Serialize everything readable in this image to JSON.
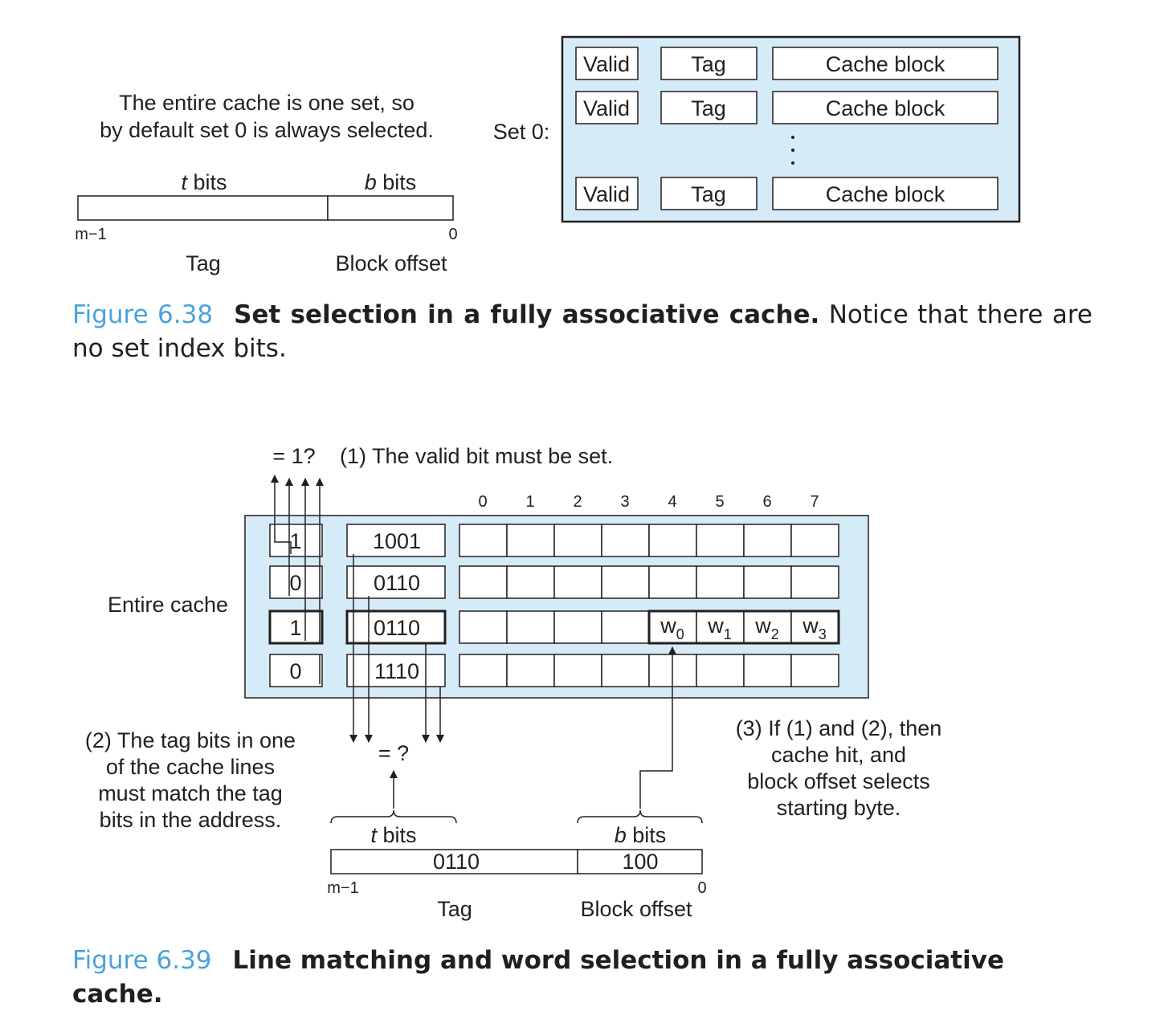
{
  "figure_638": {
    "note_line1": "The entire cache is one set, so",
    "note_line2": "by default set 0 is always selected.",
    "addr_t_bits": "bits",
    "addr_t_var": "t",
    "addr_b_bits": "bits",
    "addr_b_var": "b",
    "addr_m1": "m−1",
    "addr_0": "0",
    "addr_tag": "Tag",
    "addr_block_offset": "Block offset",
    "set_label": "Set 0:",
    "lines": [
      {
        "valid": "Valid",
        "tag": "Tag",
        "block": "Cache block"
      },
      {
        "valid": "Valid",
        "tag": "Tag",
        "block": "Cache block"
      },
      {
        "valid": "Valid",
        "tag": "Tag",
        "block": "Cache block"
      }
    ],
    "caption_num": "Figure 6.38",
    "caption_bold": "Set selection in a fully associative cache.",
    "caption_rest": "Notice that there are no set index bits."
  },
  "figure_639": {
    "valid_check": "= 1?",
    "step1": "(1) The valid bit must be set.",
    "col_indices": [
      "0",
      "1",
      "2",
      "3",
      "4",
      "5",
      "6",
      "7"
    ],
    "entire_cache": "Entire cache",
    "rows": [
      {
        "valid": "1",
        "tag": "1001"
      },
      {
        "valid": "0",
        "tag": "0110"
      },
      {
        "valid": "1",
        "tag": "0110"
      },
      {
        "valid": "0",
        "tag": "1110"
      }
    ],
    "words": [
      {
        "base": "w",
        "sub": "0"
      },
      {
        "base": "w",
        "sub": "1"
      },
      {
        "base": "w",
        "sub": "2"
      },
      {
        "base": "w",
        "sub": "3"
      }
    ],
    "step2": [
      "(2) The tag bits in one",
      "of the cache lines",
      "must match the tag",
      "bits in the address."
    ],
    "tag_check": "= ?",
    "step3": [
      "(3) If (1) and (2), then",
      "cache hit, and",
      "block offset selects",
      "starting byte."
    ],
    "addr_t_var": "t",
    "addr_t_bits": "bits",
    "addr_b_var": "b",
    "addr_b_bits": "bits",
    "addr_tag_value": "0110",
    "addr_offset_value": "100",
    "addr_m1": "m−1",
    "addr_0": "0",
    "addr_tag": "Tag",
    "addr_block_offset": "Block offset",
    "caption_num": "Figure 6.39",
    "caption_bold": "Line matching and word selection in a fully associative cache."
  },
  "colors": {
    "cache_fill": "#d6ebf8",
    "caption_blue": "#4aa3dc",
    "ink": "#231f20"
  }
}
